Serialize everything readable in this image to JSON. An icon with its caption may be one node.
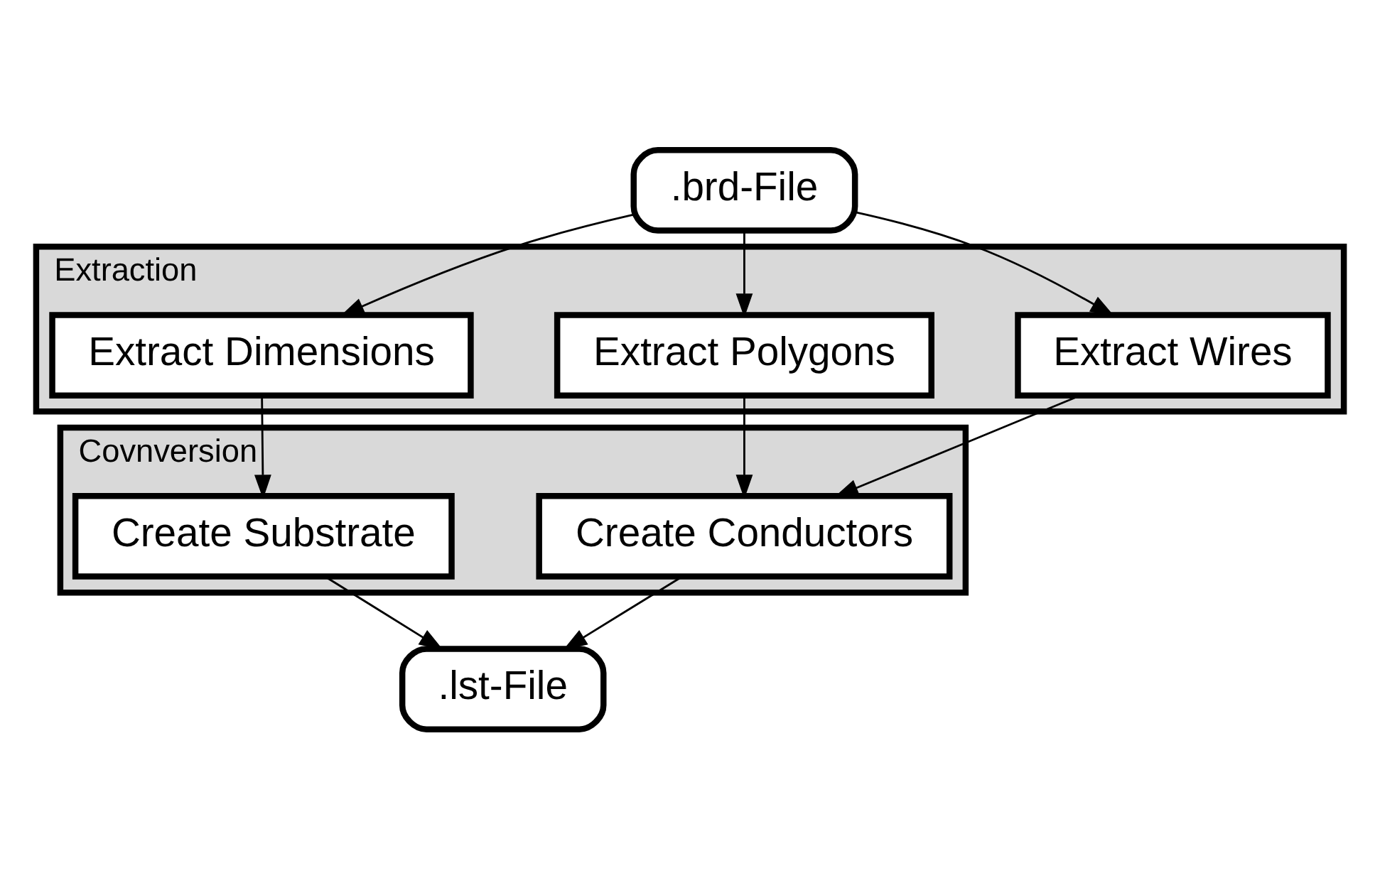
{
  "diagram": {
    "nodes": [
      {
        "text": [
          ".brd-File"
        ]
      },
      {
        "text": [
          "Extraction"
        ]
      },
      {
        "text": [
          "Extract Wires"
        ],
        "in": 1
      },
      {
        "text": [
          "Extract Polygons"
        ],
        "in": 1
      },
      {
        "text": [
          "Extract Dimensions"
        ],
        "in": 1
      },
      {
        "text": [
          "Covnversion"
        ]
      },
      {
        "text": [
          "Create Conductors"
        ],
        "in": 5
      },
      {
        "text": [
          "Create Substrate"
        ],
        "in": 5
      },
      {
        "text": [
          ".lst-File"
        ]
      }
    ],
    "edges": [
      {
        "from": 0,
        "to": 2,
        "arrow": "to"
      },
      {
        "from": 0,
        "to": 3,
        "arrow": "to"
      },
      {
        "from": 0,
        "to": 4,
        "arrow": "to"
      },
      {
        "from": 2,
        "to": 6,
        "arrow": "to"
      },
      {
        "from": 3,
        "to": 6,
        "arrow": "to"
      },
      {
        "from": 4,
        "to": 7,
        "arrow": "to"
      },
      {
        "from": 6,
        "to": 8,
        "arrow": "to"
      },
      {
        "from": 7,
        "to": 8,
        "arrow": "to"
      }
    ]
  }
}
